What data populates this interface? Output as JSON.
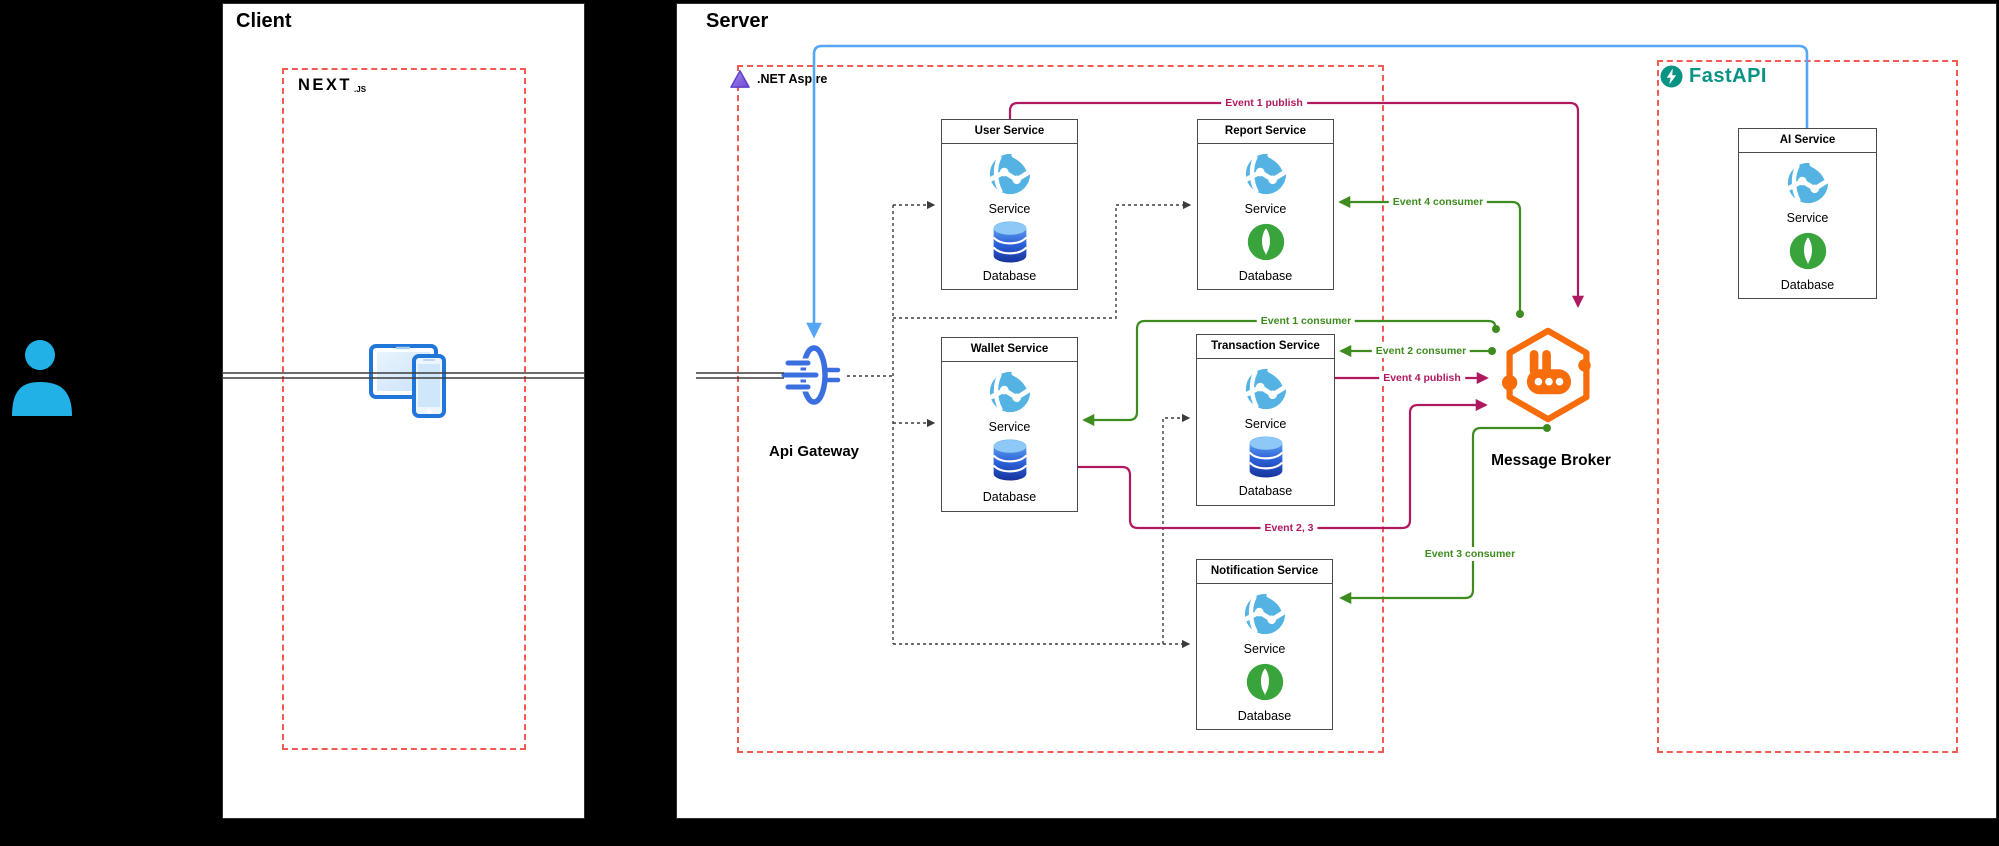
{
  "colors": {
    "page-bg": "#000000",
    "panel-bg": "#ffffff",
    "panel-border": "#2d2d2d",
    "box-border": "#4a4a4a",
    "red-dash": "#f15b52",
    "crimson": "#b01960",
    "green": "#3e8c20",
    "blue-line": "#55a6f5",
    "gateway-blue": "#3b6fe0",
    "device-blue": "#2176d9",
    "person-blue": "#21b1e7",
    "teal": "#089484",
    "aspire-purple": "#6a48d7",
    "orange": "#f76d0c",
    "globe-blue": "#54b3e3",
    "mongo-green": "#38a43b",
    "text": "#000000"
  },
  "panels": {
    "client": {
      "title": "Client"
    },
    "server": {
      "title": "Server"
    }
  },
  "frameworks": {
    "nextjs": {
      "name": "NEXT",
      "suffix": ".JS"
    },
    "aspire": {
      "name": ".NET Aspire"
    },
    "fastapi": {
      "name": "FastAPI"
    }
  },
  "gateway": {
    "label": "Api Gateway"
  },
  "broker": {
    "label": "Message Broker"
  },
  "services": [
    {
      "title": "User Service",
      "service_label": "Service",
      "db_label": "Database",
      "db_type": "sql"
    },
    {
      "title": "Report Service",
      "service_label": "Service",
      "db_label": "Database",
      "db_type": "mongo"
    },
    {
      "title": "Wallet Service",
      "service_label": "Service",
      "db_label": "Database",
      "db_type": "sql"
    },
    {
      "title": "Transaction Service",
      "service_label": "Service",
      "db_label": "Database",
      "db_type": "sql"
    },
    {
      "title": "Notification Service",
      "service_label": "Service",
      "db_label": "Database",
      "db_type": "mongo"
    },
    {
      "title": "AI Service",
      "service_label": "Service",
      "db_label": "Database",
      "db_type": "mongo"
    }
  ],
  "events": [
    {
      "label": "Event 1 publish",
      "color": "crimson"
    },
    {
      "label": "Event 4 consumer",
      "color": "green"
    },
    {
      "label": "Event 1 consumer",
      "color": "green"
    },
    {
      "label": "Event 2 consumer",
      "color": "green"
    },
    {
      "label": "Event 4 publish",
      "color": "crimson"
    },
    {
      "label": "Event 2, 3",
      "color": "crimson"
    },
    {
      "label": "Event 3 consumer",
      "color": "green"
    }
  ]
}
